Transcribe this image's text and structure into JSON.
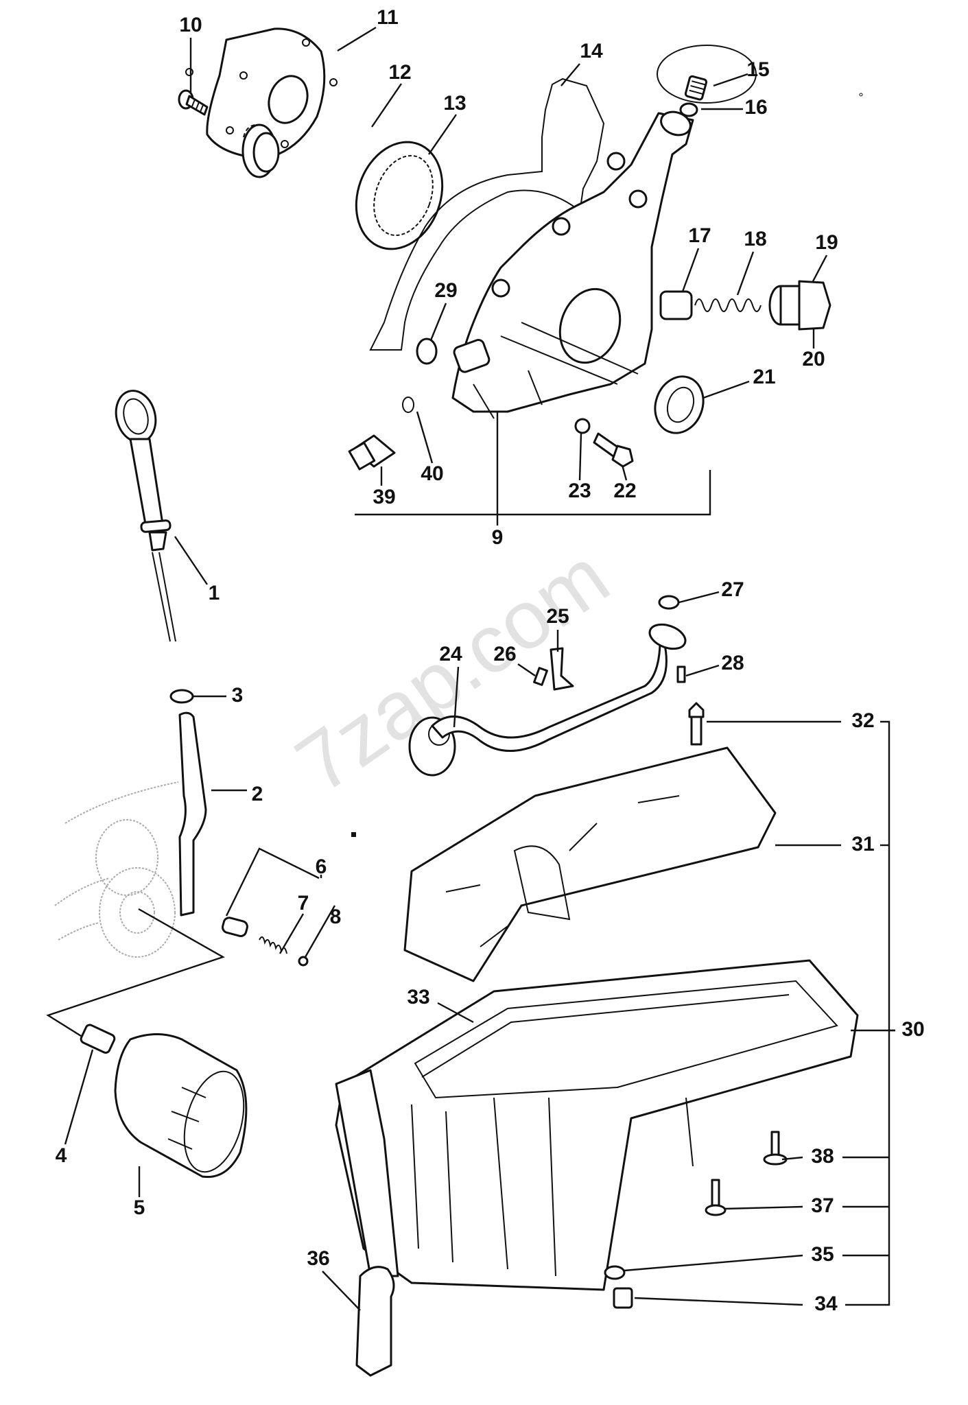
{
  "diagram": {
    "title": "Oil pump, oil pan and dipstick — exploded parts diagram",
    "watermark": "7zap.com",
    "callouts": [
      {
        "id": "1",
        "part": "dipstick"
      },
      {
        "id": "2",
        "part": "dipstick-guide-tube"
      },
      {
        "id": "3",
        "part": "seal-ring"
      },
      {
        "id": "4",
        "part": "threaded-stud"
      },
      {
        "id": "5",
        "part": "oil-filter"
      },
      {
        "id": "6",
        "part": "valve-kit"
      },
      {
        "id": "7",
        "part": "spring"
      },
      {
        "id": "8",
        "part": "ball"
      },
      {
        "id": "9",
        "part": "oil-pump-assembly"
      },
      {
        "id": "10",
        "part": "screw"
      },
      {
        "id": "11",
        "part": "pump-cover"
      },
      {
        "id": "12",
        "part": "inner-rotor-gear"
      },
      {
        "id": "13",
        "part": "outer-rotor-gear"
      },
      {
        "id": "14",
        "part": "gasket"
      },
      {
        "id": "15",
        "part": "plug-screw"
      },
      {
        "id": "16",
        "part": "seal-ring"
      },
      {
        "id": "17",
        "part": "piston"
      },
      {
        "id": "18",
        "part": "spring"
      },
      {
        "id": "19",
        "part": "plug"
      },
      {
        "id": "20",
        "part": "seal-ring"
      },
      {
        "id": "21",
        "part": "crankshaft-seal"
      },
      {
        "id": "22",
        "part": "bolt"
      },
      {
        "id": "23",
        "part": "sleeve"
      },
      {
        "id": "24",
        "part": "oil-pickup-pipe"
      },
      {
        "id": "25",
        "part": "bracket"
      },
      {
        "id": "26",
        "part": "bolt"
      },
      {
        "id": "27",
        "part": "seal-ring"
      },
      {
        "id": "28",
        "part": "bolt"
      },
      {
        "id": "29",
        "part": "dowel-sleeve"
      },
      {
        "id": "30",
        "part": "oil-pan-assembly"
      },
      {
        "id": "31",
        "part": "baffle-plate"
      },
      {
        "id": "32",
        "part": "bolt"
      },
      {
        "id": "33",
        "part": "oil-pan-gasket"
      },
      {
        "id": "34",
        "part": "drain-plug"
      },
      {
        "id": "35",
        "part": "seal-ring"
      },
      {
        "id": "36",
        "part": "clip"
      },
      {
        "id": "37",
        "part": "bolt"
      },
      {
        "id": "38",
        "part": "bolt"
      },
      {
        "id": "39",
        "part": "oil-pressure-switch"
      },
      {
        "id": "40",
        "part": "seal-ring"
      }
    ]
  }
}
